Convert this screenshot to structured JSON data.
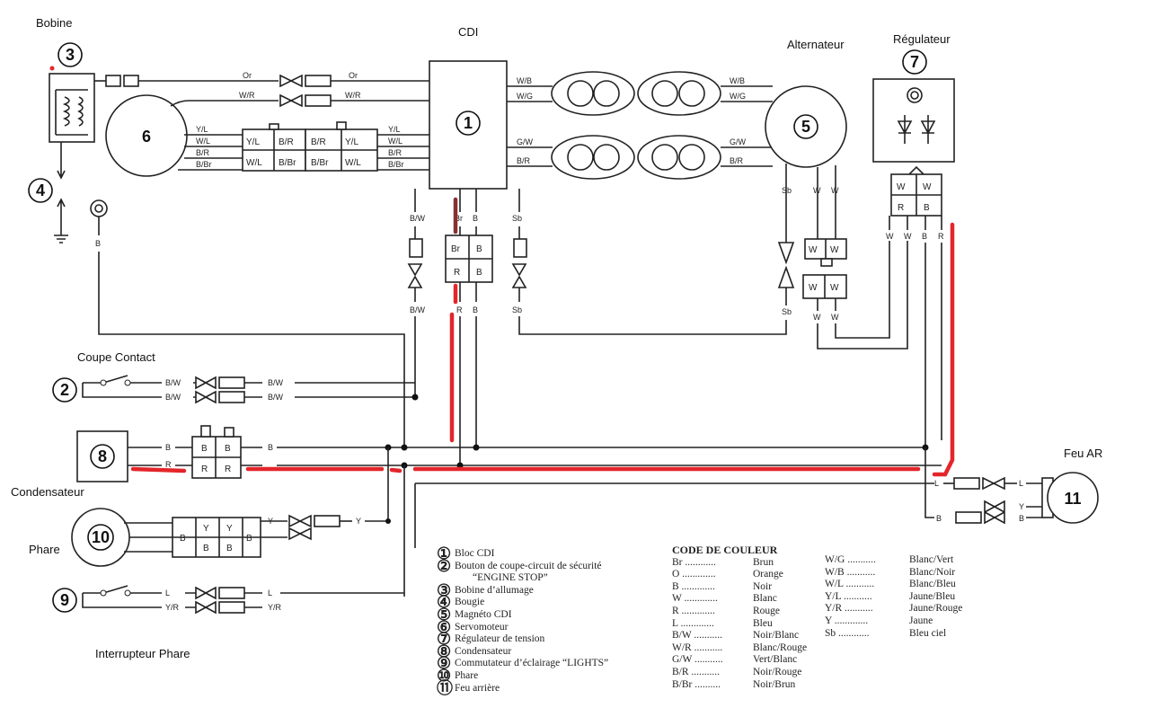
{
  "labels": {
    "bobine": "Bobine",
    "cdi": "CDI",
    "alternateur": "Alternateur",
    "regulateur": "Régulateur",
    "coupe_contact": "Coupe Contact",
    "condensateur": "Condensateur",
    "phare": "Phare",
    "interrupteur_phare": "Interrupteur Phare",
    "feu_ar": "Feu AR"
  },
  "component_numbers": {
    "cdi": "1",
    "coupe_contact": "2",
    "bobine": "3",
    "bougie": "4",
    "magneto": "5",
    "servomoteur": "6",
    "regulateur": "7",
    "condensateur": "8",
    "interrupteur_phare": "9",
    "phare": "10",
    "feu_ar": "11"
  },
  "legend_items": [
    {
      "num": "①",
      "text": "Bloc CDI"
    },
    {
      "num": "②",
      "text": "Bouton de coupe-circuit de sécurité"
    },
    {
      "num": "",
      "text": "“ENGINE STOP”"
    },
    {
      "num": "③",
      "text": "Bobine d’allumage"
    },
    {
      "num": "④",
      "text": "Bougie"
    },
    {
      "num": "⑤",
      "text": "Magnéto CDI"
    },
    {
      "num": "⑥",
      "text": "Servomoteur"
    },
    {
      "num": "⑦",
      "text": "Régulateur de tension"
    },
    {
      "num": "⑧",
      "text": "Condensateur"
    },
    {
      "num": "⑨",
      "text": "Commutateur d’éclairage “LIGHTS”"
    },
    {
      "num": "⑩",
      "text": "Phare"
    },
    {
      "num": "⑪",
      "text": "Feu arrière"
    }
  ],
  "color_code": {
    "title": "CODE DE COULEUR",
    "col1": [
      {
        "code": "Br",
        "name": "Brun"
      },
      {
        "code": "O",
        "name": "Orange"
      },
      {
        "code": "B",
        "name": "Noir"
      },
      {
        "code": "W",
        "name": "Blanc"
      },
      {
        "code": "R",
        "name": "Rouge"
      },
      {
        "code": "L",
        "name": "Bleu"
      },
      {
        "code": "B/W",
        "name": "Noir/Blanc"
      },
      {
        "code": "W/R",
        "name": "Blanc/Rouge"
      },
      {
        "code": "G/W",
        "name": "Vert/Blanc"
      },
      {
        "code": "B/R",
        "name": "Noir/Rouge"
      },
      {
        "code": "B/Br",
        "name": "Noir/Brun"
      }
    ],
    "col2": [
      {
        "code": "W/G",
        "name": "Blanc/Vert"
      },
      {
        "code": "W/B",
        "name": "Blanc/Noir"
      },
      {
        "code": "W/L",
        "name": "Blanc/Bleu"
      },
      {
        "code": "Y/L",
        "name": "Jaune/Bleu"
      },
      {
        "code": "Y/R",
        "name": "Jaune/Rouge"
      },
      {
        "code": "Y",
        "name": "Jaune"
      },
      {
        "code": "Sb",
        "name": "Bleu ciel"
      }
    ]
  },
  "wire_codes": {
    "or": "Or",
    "wr": "W/R",
    "yl": "Y/L",
    "wl": "W/L",
    "br": "B/R",
    "bbr": "B/Br",
    "wb": "W/B",
    "wg": "W/G",
    "gw": "G/W",
    "bw": "B/W",
    "brn": "Br",
    "r": "R",
    "b": "B",
    "sb": "Sb",
    "w": "W",
    "l": "L",
    "y": "Y",
    "yr": "Y/R"
  },
  "highlight_color": "#e3262a"
}
